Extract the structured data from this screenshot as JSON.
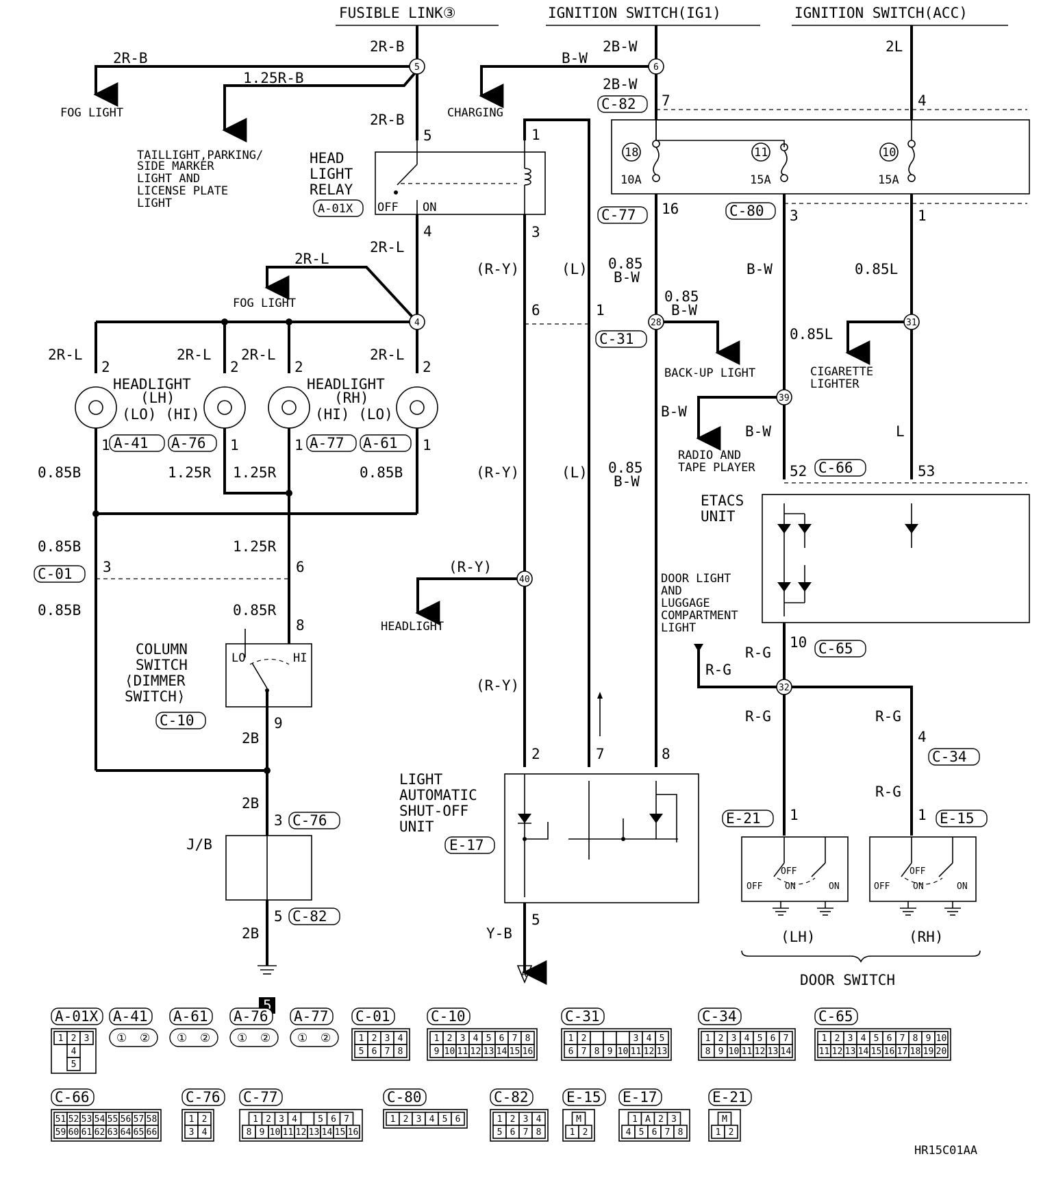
{
  "sources": {
    "fusible": "FUSIBLE LINK③",
    "ig1": "IGNITION SWITCH(IG1)",
    "acc": "IGNITION SWITCH(ACC)"
  },
  "loads": {
    "fog1": "FOG LIGHT",
    "tail": [
      "TAILLIGHT,PARKING/",
      "SIDE MARKER",
      "LIGHT AND",
      "LICENSE PLATE",
      "LIGHT"
    ],
    "charging": "CHARGING",
    "fog2": "FOG LIGHT",
    "backup": "BACK-UP LIGHT",
    "cig": [
      "CIGARETTE",
      "LIGHTER"
    ],
    "radio": [
      "RADIO AND",
      "TAPE PLAYER"
    ],
    "headlight": "HEADLIGHT",
    "doorlight": [
      "DOOR LIGHT",
      "AND",
      "LUGGAGE",
      "COMPARTMENT",
      "LIGHT"
    ]
  },
  "components": {
    "relay": [
      "HEAD",
      "LIGHT",
      "RELAY"
    ],
    "relay_conn": "A-01X",
    "hl_lh": [
      "HEADLIGHT",
      "(LH)",
      "(LO) (HI)"
    ],
    "hl_rh": [
      "HEADLIGHT",
      "(RH)",
      "(HI) (LO)"
    ],
    "column": [
      "COLUMN",
      "SWITCH",
      "⟨DIMMER",
      "SWITCH⟩"
    ],
    "column_conn": "C-10",
    "jb": "J/B",
    "lasu": [
      "LIGHT",
      "AUTOMATIC",
      "SHUT-OFF",
      "UNIT"
    ],
    "lasu_conn": "E-17",
    "etacs": [
      "ETACS",
      "UNIT"
    ],
    "door_switch": "DOOR SWITCH",
    "lh": "(LH)",
    "rh": "(RH)",
    "off": "OFF",
    "on": "ON",
    "lo": "LO",
    "hi": "HI"
  },
  "wires": {
    "r2b": "2R-B",
    "r125b": "1.25R-B",
    "r2l": "2R-L",
    "b085": "0.85B",
    "r125": "1.25R",
    "r085": "0.85R",
    "b2": "2B",
    "bw": "B-W",
    "bw2": "2B-W",
    "l2": "2L",
    "bw085": "0.85",
    "bw085b": "B-W",
    "l085": "0.85L",
    "l": "L",
    "ry": "(R-Y)",
    "lp": "(L)",
    "yb": "Y-B",
    "rg": "R-G"
  },
  "connectors": {
    "c82": "C-82",
    "c77": "C-77",
    "c80": "C-80",
    "c31": "C-31",
    "c66": "C-66",
    "c65": "C-65",
    "c34": "C-34",
    "e21": "E-21",
    "e15": "E-15",
    "a41": "A-41",
    "a76": "A-76",
    "a77": "A-77",
    "a61": "A-61",
    "c01": "C-01",
    "c76": "C-76"
  },
  "fuses": [
    {
      "num": "18",
      "rating": "10A"
    },
    {
      "num": "11",
      "rating": "15A"
    },
    {
      "num": "10",
      "rating": "15A"
    }
  ],
  "splices": [
    "5",
    "6",
    "4",
    "28",
    "31",
    "39",
    "40",
    "32"
  ],
  "ground_marker": "5",
  "legend": [
    {
      "id": "A-01X",
      "pins": [
        [
          "1",
          "2",
          "3"
        ],
        [
          "4"
        ],
        [
          "5"
        ]
      ]
    },
    {
      "id": "A-41",
      "pins": [
        [
          "①",
          "②"
        ]
      ]
    },
    {
      "id": "A-61",
      "pins": [
        [
          "①",
          "②"
        ]
      ]
    },
    {
      "id": "A-76",
      "pins": [
        [
          "①",
          "②"
        ]
      ]
    },
    {
      "id": "A-77",
      "pins": [
        [
          "①",
          "②"
        ]
      ]
    },
    {
      "id": "C-01",
      "pins": [
        [
          "1",
          "2",
          "3",
          "4"
        ],
        [
          "5",
          "6",
          "7",
          "8"
        ]
      ]
    },
    {
      "id": "C-10",
      "pins": [
        [
          "1",
          "2",
          "3",
          "4",
          "5",
          "6",
          "7",
          "8"
        ],
        [
          "9",
          "10",
          "11",
          "12",
          "13",
          "14",
          "15",
          "16"
        ]
      ]
    },
    {
      "id": "C-31",
      "pins": [
        [
          "1",
          "2",
          "",
          "",
          "",
          "3",
          "4",
          "5"
        ],
        [
          "6",
          "7",
          "8",
          "9",
          "10",
          "11",
          "12",
          "13"
        ]
      ]
    },
    {
      "id": "C-34",
      "pins": [
        [
          "1",
          "2",
          "3",
          "4",
          "5",
          "6",
          "7"
        ],
        [
          "8",
          "9",
          "10",
          "11",
          "12",
          "13",
          "14"
        ]
      ]
    },
    {
      "id": "C-65",
      "pins": [
        [
          "1",
          "2",
          "3",
          "4",
          "5",
          "6",
          "7",
          "8",
          "9",
          "10"
        ],
        [
          "11",
          "12",
          "13",
          "14",
          "15",
          "16",
          "17",
          "18",
          "19",
          "20"
        ]
      ]
    },
    {
      "id": "C-66",
      "pins": [
        [
          "51",
          "52",
          "53",
          "54",
          "55",
          "56",
          "57",
          "58"
        ],
        [
          "59",
          "60",
          "61",
          "62",
          "63",
          "64",
          "65",
          "66"
        ]
      ]
    },
    {
      "id": "C-76",
      "pins": [
        [
          "1",
          "2"
        ],
        [
          "3",
          "4"
        ]
      ]
    },
    {
      "id": "C-77",
      "pins": [
        [
          "1",
          "2",
          "3",
          "4",
          "",
          "5",
          "6",
          "7"
        ],
        [
          "8",
          "9",
          "10",
          "11",
          "12",
          "13",
          "14",
          "15",
          "16"
        ]
      ]
    },
    {
      "id": "C-80",
      "pins": [
        [
          "1",
          "2",
          "3",
          "4",
          "5",
          "6"
        ]
      ]
    },
    {
      "id": "C-82",
      "pins": [
        [
          "1",
          "2",
          "3",
          "4"
        ],
        [
          "5",
          "6",
          "7",
          "8"
        ]
      ]
    },
    {
      "id": "E-15",
      "pins": [
        [
          "M"
        ],
        [
          "1",
          "2"
        ]
      ]
    },
    {
      "id": "E-17",
      "pins": [
        [
          "1",
          "A",
          "2",
          "3"
        ],
        [
          "4",
          "5",
          "6",
          "7",
          "8"
        ]
      ]
    },
    {
      "id": "E-21",
      "pins": [
        [
          "M"
        ],
        [
          "1",
          "2"
        ]
      ]
    }
  ],
  "code": "HR15C01AA"
}
